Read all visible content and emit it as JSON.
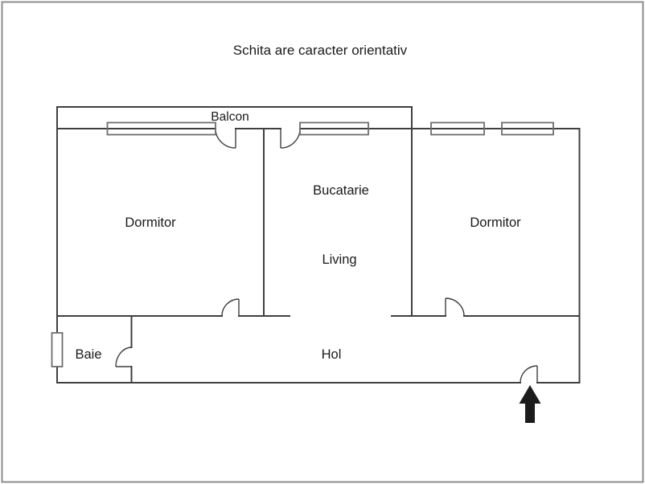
{
  "title": "Schita are caracter orientativ",
  "rooms": {
    "balcon": {
      "label": "Balcon"
    },
    "dormitor_left": {
      "label": "Dormitor"
    },
    "bucatarie": {
      "label": "Bucatarie"
    },
    "living": {
      "label": "Living"
    },
    "dormitor_right": {
      "label": "Dormitor"
    },
    "baie": {
      "label": "Baie"
    },
    "hol": {
      "label": "Hol"
    }
  },
  "icons": {
    "entrance_arrow": "up-arrow"
  },
  "colors": {
    "background": "#ffffff",
    "wall": "#3f3f3f",
    "window": "#6e6e6e",
    "frame": "#8c8c8c",
    "text": "#1a1a1a",
    "arrow": "#1c1c1c"
  }
}
